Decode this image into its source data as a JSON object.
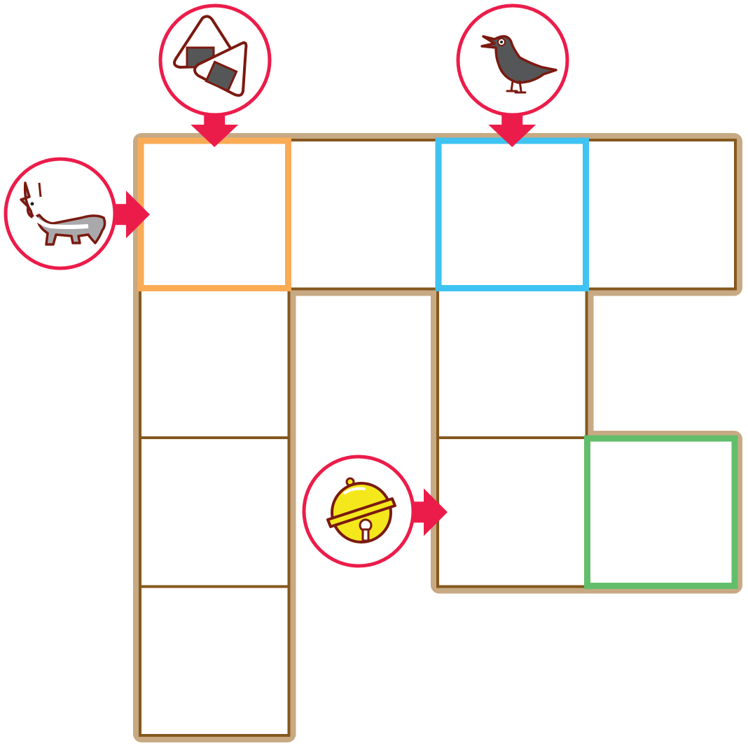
{
  "puzzle": {
    "grid": {
      "rows": 4,
      "cols": 4
    },
    "active_cells": [
      {
        "row": 0,
        "col": 0
      },
      {
        "row": 0,
        "col": 1
      },
      {
        "row": 0,
        "col": 2
      },
      {
        "row": 0,
        "col": 3
      },
      {
        "row": 1,
        "col": 0
      },
      {
        "row": 1,
        "col": 2
      },
      {
        "row": 2,
        "col": 0
      },
      {
        "row": 2,
        "col": 2
      },
      {
        "row": 2,
        "col": 3
      },
      {
        "row": 3,
        "col": 0
      }
    ],
    "highlighted_cells": [
      {
        "row": 0,
        "col": 0,
        "color": "#FAAB55"
      },
      {
        "row": 0,
        "col": 2,
        "color": "#3FC3F2"
      },
      {
        "row": 2,
        "col": 3,
        "color": "#63BE6B"
      }
    ],
    "clues": [
      {
        "icon": "onigiri-icon",
        "target_row": 0,
        "target_col": 0,
        "direction": "down"
      },
      {
        "icon": "crow-icon",
        "target_row": 0,
        "target_col": 2,
        "direction": "down"
      },
      {
        "icon": "fox-icon",
        "target_row": 0,
        "target_col": 0,
        "direction": "right"
      },
      {
        "icon": "bell-icon",
        "target_row": 2,
        "target_col": 2,
        "direction": "right"
      }
    ]
  },
  "colors": {
    "board_outline": "#C7A983",
    "cell_border": "#85581F",
    "arrow": "#EC1C4A",
    "clue_ring": "#EC1C4A"
  }
}
